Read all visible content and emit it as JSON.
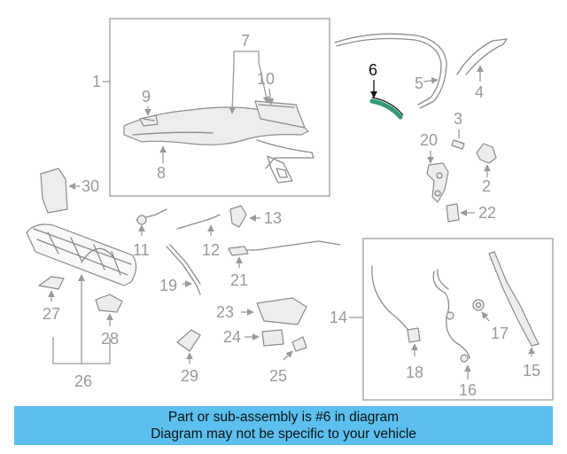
{
  "callouts": {
    "n1": "1",
    "n2": "2",
    "n3": "3",
    "n4": "4",
    "n5": "5",
    "n6": "6",
    "n7": "7",
    "n8": "8",
    "n9": "9",
    "n10": "10",
    "n11": "11",
    "n12": "12",
    "n13": "13",
    "n14": "14",
    "n15": "15",
    "n16": "16",
    "n17": "17",
    "n18": "18",
    "n19": "19",
    "n20": "20",
    "n21": "21",
    "n22": "22",
    "n23": "23",
    "n24": "24",
    "n25": "25",
    "n26": "26",
    "n27": "27",
    "n28": "28",
    "n29": "29",
    "n30": "30"
  },
  "highlighted_part": "6",
  "colors": {
    "highlight_part": "#2f9a7a",
    "banner_background": "#5bc0ef",
    "line_art": "#8c8c8c"
  },
  "banner": {
    "line1": "Part or sub-assembly is #6 in diagram",
    "line2": "Diagram may not be specific to your vehicle"
  }
}
